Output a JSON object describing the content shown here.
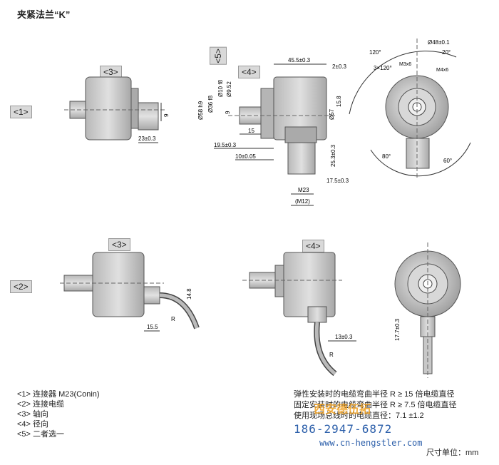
{
  "title": "夹紧法兰“K”",
  "tags": {
    "row1": "<1>",
    "row2": "<2>",
    "axial_top": "<3>",
    "radial_top": "<4>",
    "either": "<5>",
    "axial_bottom": "<3>",
    "radial_bottom": "<4>"
  },
  "dims": {
    "d23": "23±0.3",
    "d9": "9",
    "d45_5": "45.5±0.3",
    "d2": "2±0.3",
    "d15_8": "15.8",
    "d57": "Ø57",
    "d58": "Ø58 h9",
    "d36": "Ø36 f8",
    "d10": "Ø10 f8",
    "d9_52": "Ø9.52",
    "d9b": "9",
    "d15": "15",
    "d19_5": "19.5±0.3",
    "d10_05": "10±0.05",
    "d25_3": "25.3±0.3",
    "d17_5": "17.5±0.3",
    "m23": "M23",
    "m12": "(M12)",
    "phi48": "Ø48±0.1",
    "a20": "20°",
    "a120": "120°",
    "a3x120": "3×120°",
    "m3": "M3x6",
    "m4": "M4x6",
    "a80": "80°",
    "a60": "60°",
    "d14_8": "14.8",
    "d15_5": "15.5",
    "r1": "R",
    "d13": "13±0.3",
    "r2": "R",
    "d17_7": "17.7±0.3"
  },
  "legend": [
    "<1> 连接器 M23(Conin)",
    "<2> 连接电缆",
    "<3> 轴向",
    "<4> 径向",
    "<5> 二者选一"
  ],
  "notes": [
    "弹性安装时的电缆弯曲半径 R ≥ 15 倍电缆直径",
    "固定安装时的电缆弯曲半径 R ≥ 7.5 倍电缆直径",
    "使用现场总线时的电缆直径：7.1 ±1.2"
  ],
  "unit": "尺寸单位：mm",
  "watermark": {
    "brand": "西安德伍拓",
    "phone": "186-2947-6872",
    "url": "www.cn-hengstler.com"
  },
  "colors": {
    "body": "#c9c9c9",
    "dark": "#8a8a8a",
    "line": "#333333",
    "watermark": "#2c5faa"
  }
}
